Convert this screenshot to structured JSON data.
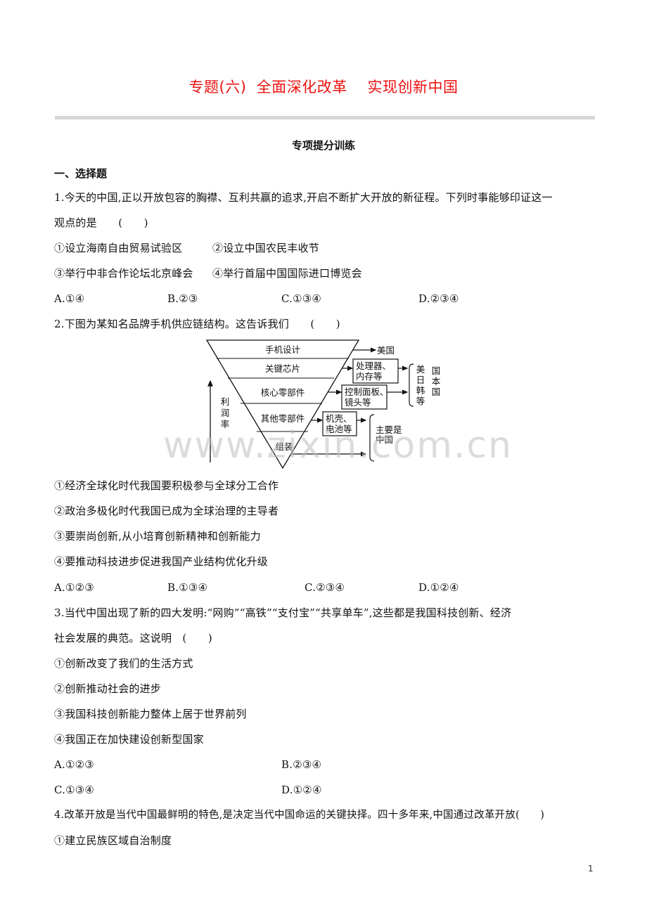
{
  "header": {
    "title": "专题(六)  全面深化改革    实现创新中国",
    "subtitle": "专项提分训练",
    "section": "一、选择题"
  },
  "questions": [
    {
      "stem_lines": [
        "1.今天的中国,正以开放包容的胸襟、互利共赢的追求,开启不断扩大开放的新征程。下列时事能够印证这一",
        "观点的是　　(　　)"
      ],
      "items": [
        "①设立海南自由贸易试验区",
        "②设立中国农民丰收节",
        "③举行中非合作论坛北京峰会",
        "④举行首届中国国际进口博览会"
      ],
      "options": [
        "A.①④",
        "B.②③",
        "C.①③④",
        "D.②③④"
      ]
    },
    {
      "stem_lines": [
        "2.下图为某知名品牌手机供应链结构。这告诉我们　　(　　)"
      ],
      "items": [
        "①经济全球化时代我国要积极参与全球分工合作",
        "②政治多极化时代我国已成为全球治理的主导者",
        "③要崇尚创新,从小培育创新精神和创新能力",
        "④要推动科技进步促进我国产业结构优化升级"
      ],
      "options": [
        "A.①②③",
        "B.①③④",
        "C.②③④",
        "D.①②④"
      ]
    },
    {
      "stem_lines": [
        "3.当代中国出现了新的四大发明:“网购”“高铁”“支付宝”“共享单车”,这些都是我国科技创新、经济",
        "社会发展的典范。这说明　(　　)"
      ],
      "items": [
        "①创新改变了我们的生活方式",
        "②创新推动社会的进步",
        "③我国科技创新能力整体上居于世界前列",
        "④我国正在加快建设创新型国家"
      ],
      "options": [
        "A.①②③",
        "B.②③④",
        "C.①③④",
        "D.①②④"
      ]
    },
    {
      "stem_lines": [
        "4.改革开放是当代中国最鲜明的特色,是决定当代中国命运的关键抉择。四十多年来,中国通过改革开放(　　)"
      ],
      "items": [
        "①建立民族区域自治制度"
      ]
    }
  ],
  "diagram": {
    "layers": [
      "手机设计",
      "关键芯片",
      "核心零部件",
      "其他零部件",
      "组装"
    ],
    "axis_label": [
      "利",
      "润",
      "率"
    ],
    "boxes": [
      {
        "lines": [
          "处理器、",
          "内存等"
        ]
      },
      {
        "lines": [
          "控制面板、",
          "镜头等"
        ]
      },
      {
        "lines": [
          "机壳、",
          "电池等"
        ]
      }
    ],
    "dest_usa": "美国",
    "dest_group1": [
      "美",
      "日",
      "韩",
      "等"
    ],
    "dest_group1_label": [
      "国",
      "本",
      "国"
    ],
    "dest_china": [
      "主要是",
      "中国"
    ]
  },
  "watermark": "www.zixin.com.cn",
  "footer": {
    "page_number": "1"
  },
  "colors": {
    "title": "#ee1111",
    "rule": "#d6d6d6"
  }
}
